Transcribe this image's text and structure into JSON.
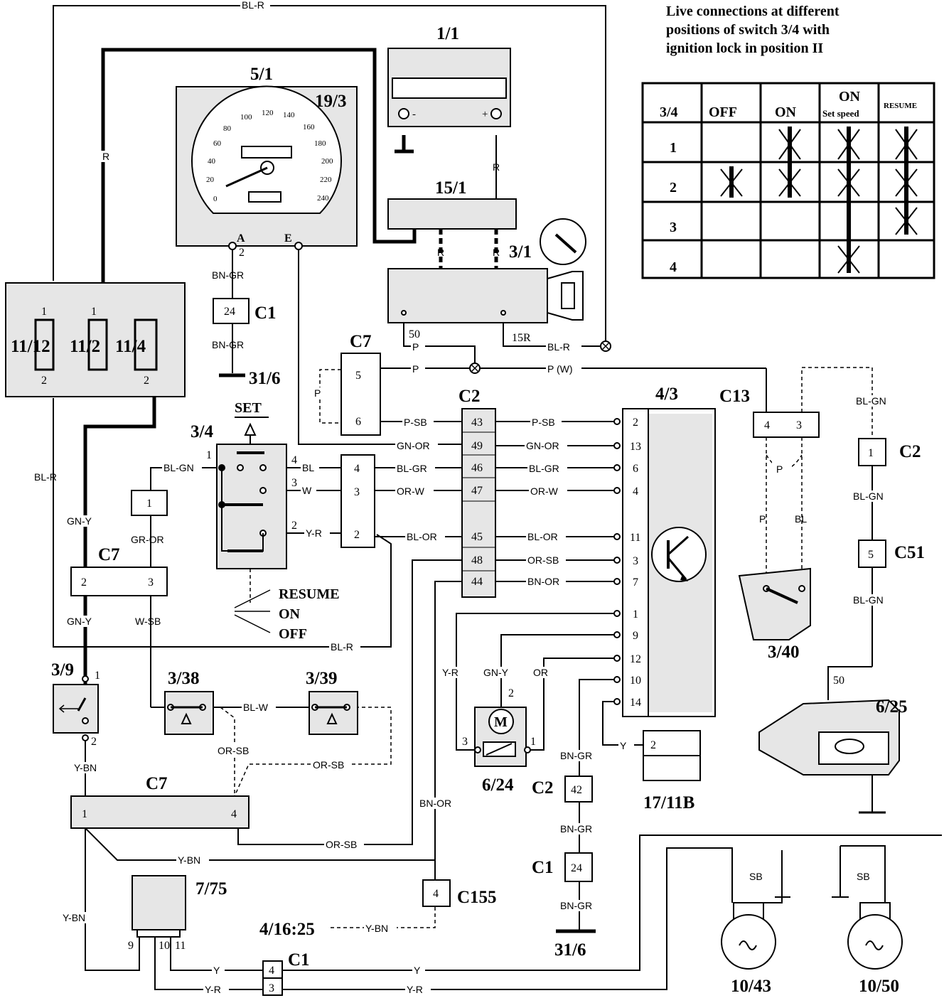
{
  "note": "Live connections at different positions of switch 3/4 with ignition lock in position II",
  "note_lines": [
    "Live connections at different",
    "positions of switch 3/4 with",
    "ignition lock in position II"
  ],
  "table": {
    "header": [
      "3/4",
      "OFF",
      "ON",
      "ON",
      "RESUME"
    ],
    "header_sub": "Set speed",
    "rows": [
      "1",
      "2",
      "3",
      "4"
    ]
  },
  "components": {
    "c1_1": "1/1",
    "c5_1": "5/1",
    "c19_3": "19/3",
    "c15_1": "15/1",
    "c3_1": "3/1",
    "c11_12": "11/12",
    "c11_2": "11/2",
    "c11_4": "11/4",
    "c3_4": "3/4",
    "c4_3": "4/3",
    "c3_40": "3/40",
    "c6_25": "6/25",
    "c6_24": "6/24",
    "c3_9": "3/9",
    "c3_38": "3/38",
    "c3_39": "3/39",
    "c7_75": "7/75",
    "c17_11b": "17/11B",
    "c10_43": "10/43",
    "c10_50": "10/50",
    "c31_6a": "31/6",
    "c31_6b": "31/6",
    "c4_16": "4/16:25"
  },
  "connectors": {
    "C1": "C1",
    "C2": "C2",
    "C7": "C7",
    "C13": "C13",
    "C51": "C51",
    "C155": "C155"
  },
  "switch_labels": {
    "set": "SET",
    "resume": "RESUME",
    "on": "ON",
    "off": "OFF"
  },
  "wires": {
    "BL_R": "BL-R",
    "R": "R",
    "BN_GR": "BN-GR",
    "GN_Y": "GN-Y",
    "GR_OR": "GR-OR",
    "W_SB": "W-SB",
    "BL_GN": "BL-GN",
    "W": "W",
    "BL": "BL",
    "Y_R": "Y-R",
    "P": "P",
    "P_W": "P (W)",
    "P_SB": "P-SB",
    "GN_OR": "GN-OR",
    "BL_GR": "BL-GR",
    "OR_W": "OR-W",
    "BL_OR": "BL-OR",
    "OR_SB": "OR-SB",
    "BN_OR": "BN-OR",
    "Y_BN": "Y-BN",
    "BL_W": "BL-W",
    "OR": "OR",
    "Y": "Y",
    "SB": "SB"
  },
  "speedo_numbers": [
    "0",
    "20",
    "40",
    "60",
    "80",
    "100",
    "120",
    "140",
    "160",
    "180",
    "200",
    "220",
    "240"
  ],
  "pins": {
    "c2": [
      "43",
      "49",
      "46",
      "47",
      "45",
      "48",
      "44"
    ],
    "c4_3": [
      "2",
      "13",
      "6",
      "4",
      "11",
      "3",
      "7",
      "1",
      "9",
      "12",
      "10",
      "14"
    ],
    "misc": [
      "1",
      "2",
      "3",
      "4",
      "5",
      "6",
      "24",
      "42",
      "50",
      "15R",
      "A",
      "E",
      "M"
    ]
  }
}
